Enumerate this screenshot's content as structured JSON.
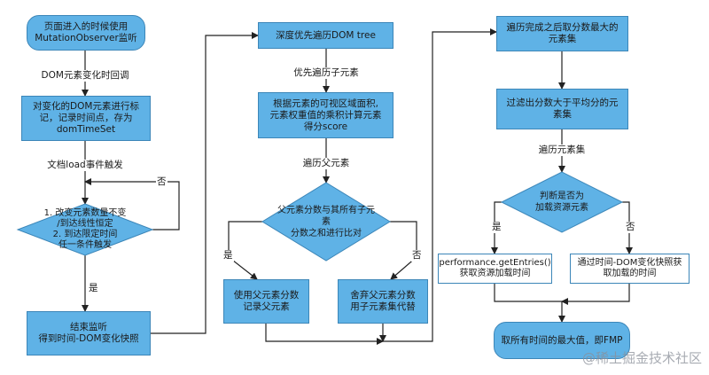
{
  "nodes": {
    "start": "页面进入的时候使用\nMutationObserver监听",
    "mark": "对变化的DOM元素进行标记，记录时间点，存为domTimeSet",
    "check": "1. 改变元素数量不变\n/到达线性恒定\n2. 到达限定时间\n任一条件触发",
    "end_listen": "结束监听\n得到时间-DOM变化快照",
    "dfs": "深度优先遍历DOM tree",
    "score": "根据元素的可视区域面积,\n元素权重值的乘积计算元素\n得分score",
    "compare": "父元素分数与其所有子元素\n分数之和进行比对",
    "use_parent": "使用父元素分数\n记录父元素",
    "use_children": "舍弃父元素分数\n用子元素集代替",
    "max_set": "遍历完成之后取分数最大的\n元素集",
    "filter": "过滤出分数大于平均分的元\n素集",
    "is_resource": "判断是否为\n加载资源元素",
    "perf": "performance.getEntries()\n获取资源加载时间",
    "mutation_time": "通过时间-DOM变化快照获\n取加载的时间",
    "fmp": "取所有时间的最大值，即FMP"
  },
  "edges": {
    "dom_callback": "DOM元素变化时回调",
    "onload": "文档load事件触发",
    "no": "否",
    "yes": "是",
    "child_first": "优先遍历子元素",
    "traverse_parent": "遍历父元素",
    "traverse_set": "遍历元素集"
  },
  "watermark": "@稀土掘金技术社区",
  "colors": {
    "node_fill": "#5fb2e6",
    "node_border": "#3c86b8",
    "arrow": "#222222"
  }
}
